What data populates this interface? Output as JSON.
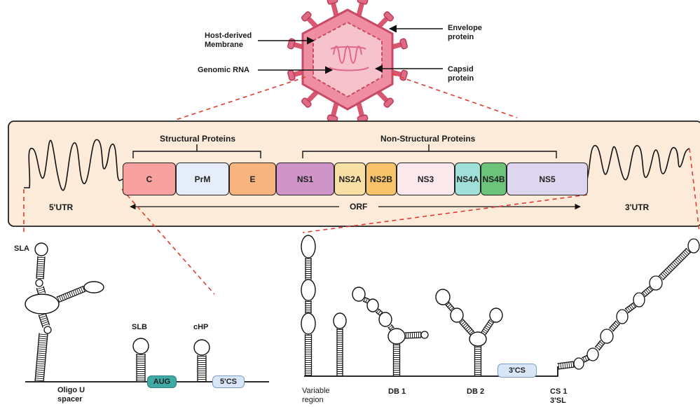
{
  "virion": {
    "host_membrane": "Host-derived\nMembrane",
    "envelope": "Envelope\nprotein",
    "genomic_rna": "Genomic RNA",
    "capsid": "Capsid\nprotein"
  },
  "genome": {
    "structural_label": "Structural Proteins",
    "nonstructural_label": "Non-Structural Proteins",
    "utr5": "5'UTR",
    "utr3": "3'UTR",
    "orf": "ORF",
    "genes": [
      {
        "name": "C",
        "color": "#f7a1a1"
      },
      {
        "name": "PrM",
        "color": "#e5ecfa"
      },
      {
        "name": "E",
        "color": "#f8b47f"
      },
      {
        "name": "NS1",
        "color": "#cf94c8"
      },
      {
        "name": "NS2A",
        "color": "#f8e0a4"
      },
      {
        "name": "NS2B",
        "color": "#f8c36a"
      },
      {
        "name": "NS3",
        "color": "#fbe8ec"
      },
      {
        "name": "NS4A",
        "color": "#9fe0d8"
      },
      {
        "name": "NS4B",
        "color": "#6cc37a"
      },
      {
        "name": "NS5",
        "color": "#ddd6ee"
      }
    ]
  },
  "utr5_detail": {
    "sla": "SLA",
    "slb": "SLB",
    "chp": "cHP",
    "aug": "AUG",
    "cs5": "5'CS",
    "spacer": "Oligo U\nspacer"
  },
  "utr3_detail": {
    "variable_region": "Variable\nregion",
    "db1": "DB 1",
    "db2": "DB 2",
    "cs3": "3'CS",
    "cs1": "CS 1\n3'SL"
  },
  "colors": {
    "virus": "#e06a85",
    "virus_dark": "#c94a66",
    "virus_core": "#f3b3c0",
    "panel_bg": "#fcebd9",
    "guide": "#e03c31",
    "aug": "#3fa9a6",
    "cs": "#d8e6f7"
  }
}
